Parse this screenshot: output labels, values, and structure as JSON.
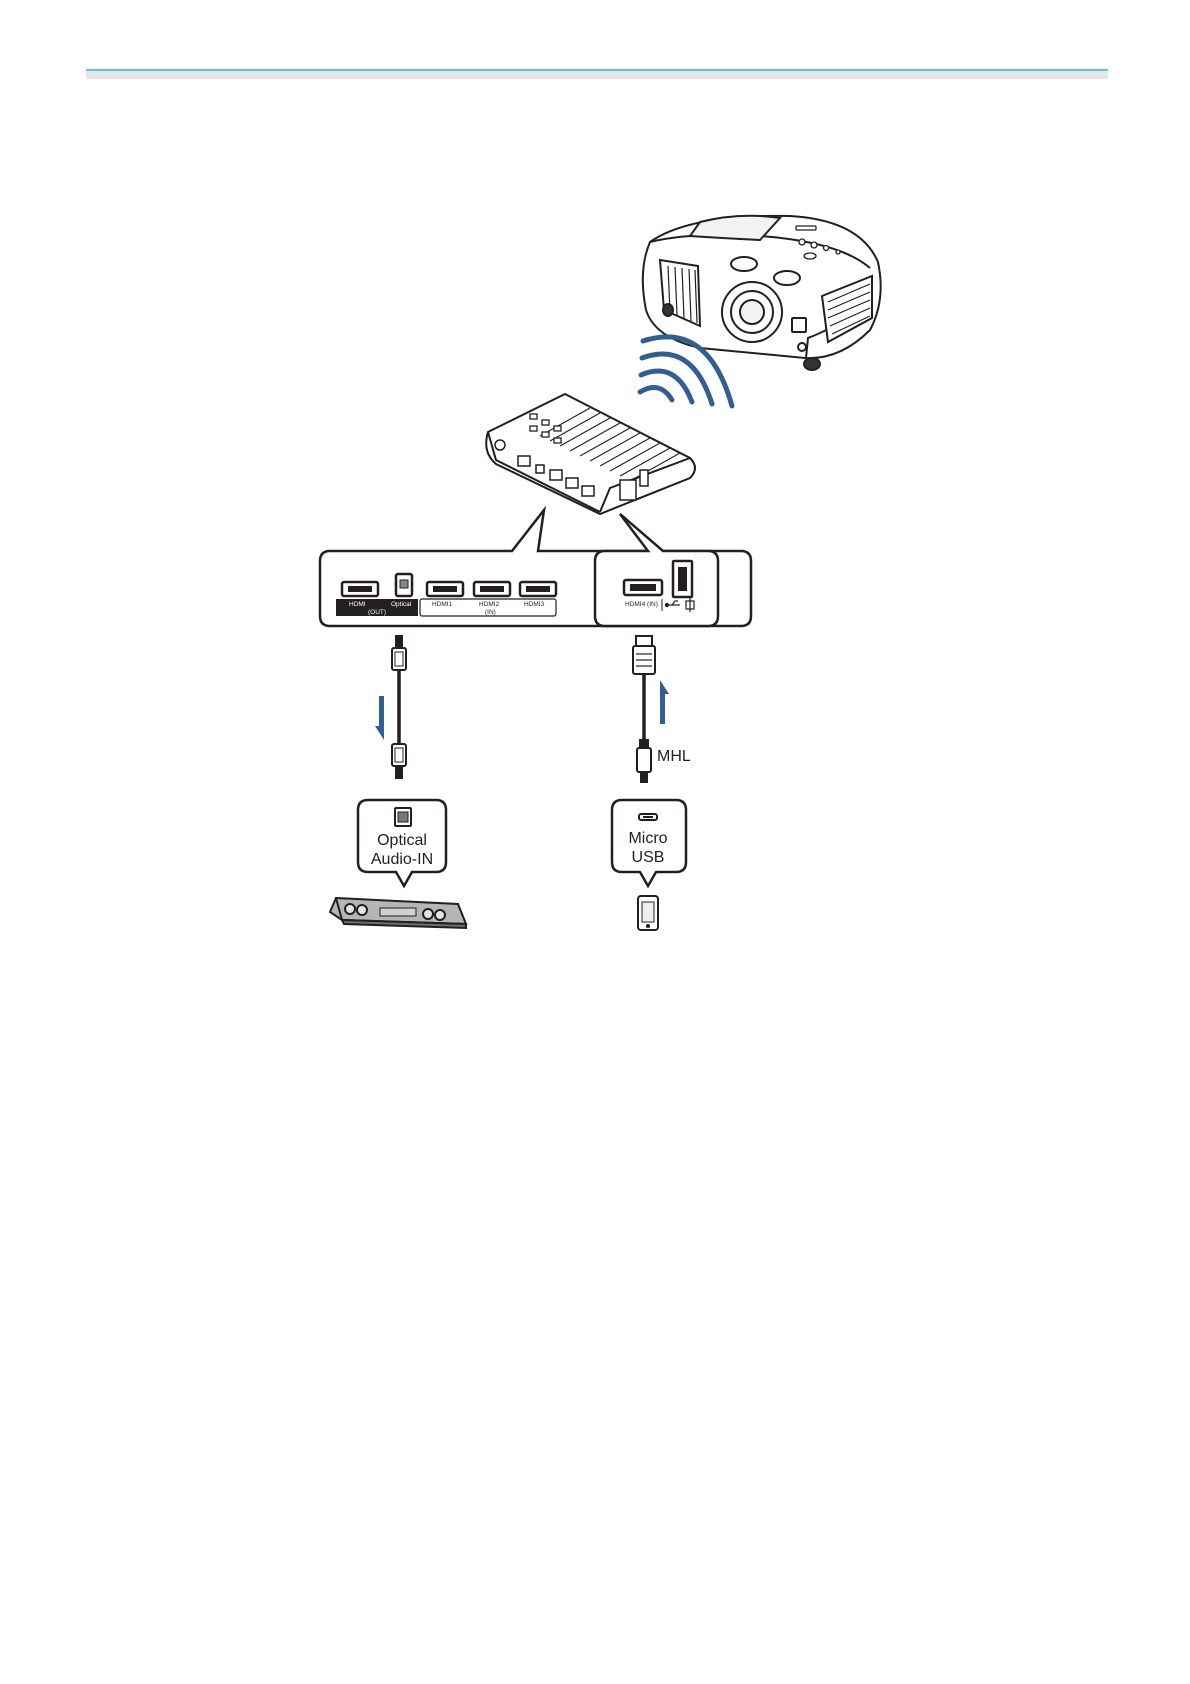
{
  "colors": {
    "header_rule": "#5bc4ea",
    "header_band": "#e6e6e6",
    "signal_arrow": "#2f5f93",
    "outline": "#231f20"
  },
  "panel_left": {
    "port_labels": {
      "hdmi": "HDMI",
      "optical": "Optical",
      "out": "(OUT)",
      "hdmi1": "HDMI1",
      "hdmi2": "HDMI2",
      "in": "(IN)",
      "hdmi3": "HDMI3"
    }
  },
  "panel_right": {
    "port_labels": {
      "hdmi4_in": "HDMI4 (IN)"
    }
  },
  "cable_label": "MHL",
  "callout_left": {
    "line1": "Optical",
    "line2": "Audio-IN"
  },
  "callout_right": {
    "line1": "Micro",
    "line2": "USB"
  },
  "icons": [
    "projector-icon",
    "wireless-signal-icon",
    "streaming-box-icon",
    "optical-cable-icon",
    "hdmi-mhl-cable-icon",
    "soundbar-icon",
    "smartphone-icon"
  ]
}
